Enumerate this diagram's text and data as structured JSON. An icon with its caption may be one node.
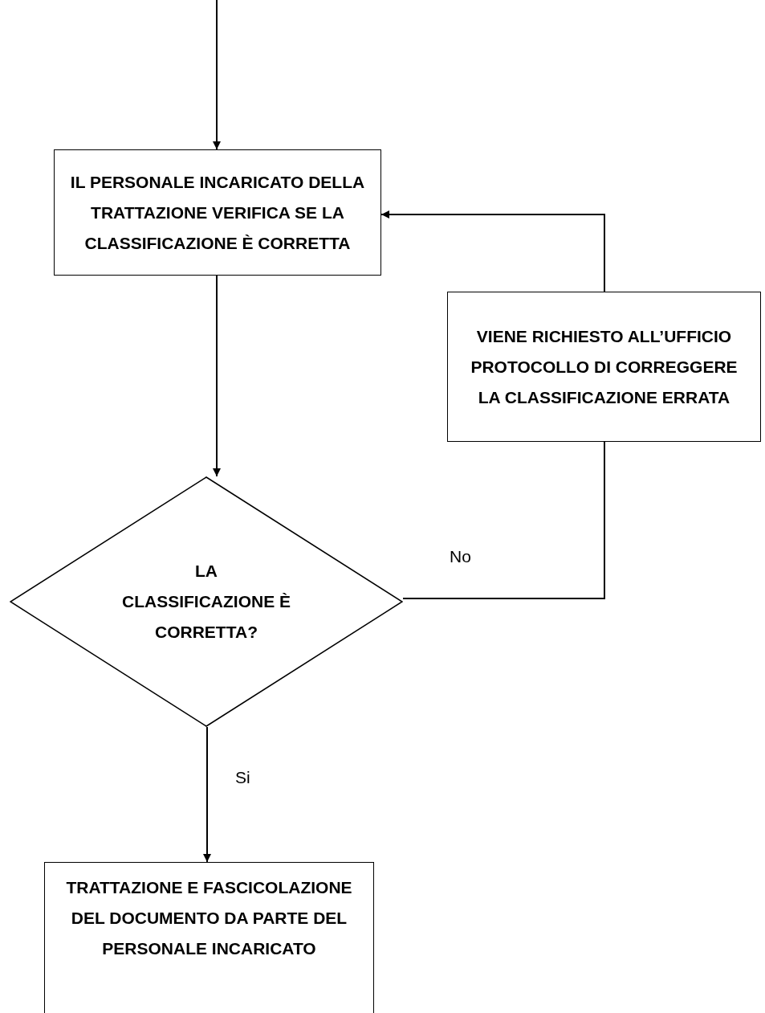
{
  "diagram": {
    "nodes": [
      {
        "text": [
          "IL PERSONALE INCARICATO DELLA TRATTAZIONE VERIFICA SE LA CLASSIFICAZIONE È CORRETTA"
        ]
      },
      {
        "text": [
          "VIENE RICHIESTO ALL’UFFICIO PROTOCOLLO DI CORREGGERE LA CLASSIFICAZIONE ERRATA"
        ]
      },
      {
        "text": [
          "LA CLASSIFICAZIONE È CORRETTA?"
        ]
      },
      {
        "text": [
          "TRATTAZIONE E FASCICOLAZIONE DEL DOCUMENTO DA PARTE DEL PERSONALE INCARICATO"
        ]
      }
    ],
    "edges": [
      {
        "from": null,
        "to": 0,
        "arrow": "to"
      },
      {
        "from": 0,
        "to": 2,
        "arrow": "to"
      },
      {
        "from": 2,
        "to": 1,
        "arrow": "none",
        "label": "No"
      },
      {
        "from": 1,
        "to": 0,
        "arrow": "to"
      },
      {
        "from": 2,
        "to": 3,
        "arrow": "to",
        "label": "Si"
      }
    ]
  }
}
